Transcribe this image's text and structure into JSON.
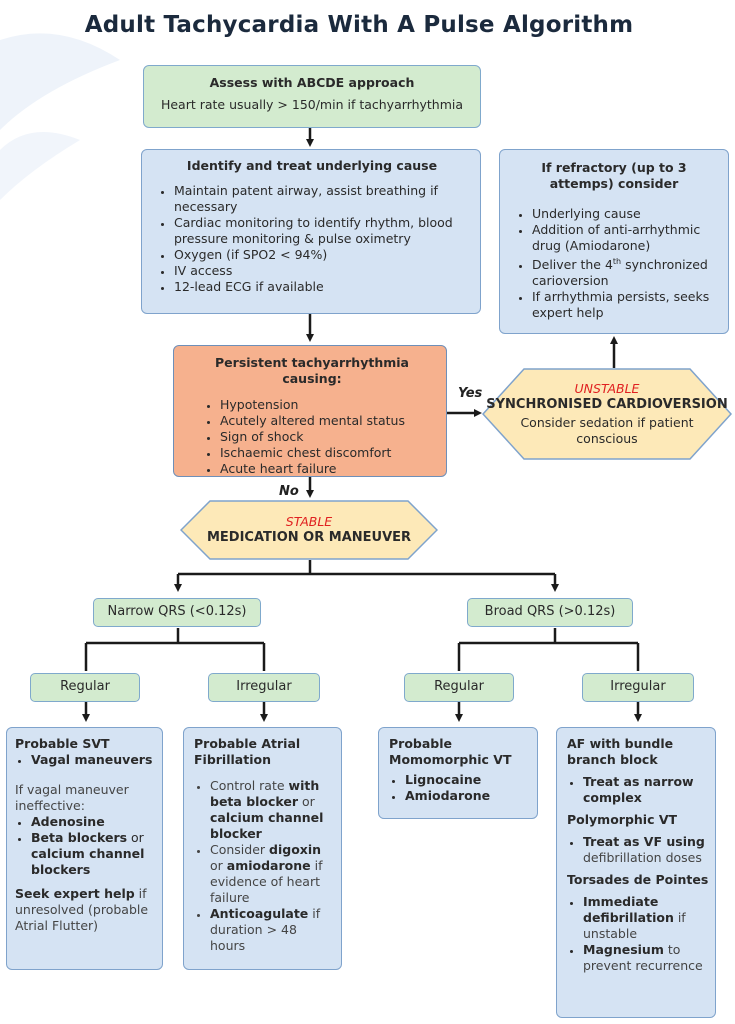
{
  "title": "Adult Tachycardia With A Pulse Algorithm",
  "assess": {
    "heading": "Assess with ABCDE approach",
    "text": "Heart rate usually > 150/min if tachyarrhythmia"
  },
  "identify": {
    "heading": "Identify and treat underlying cause",
    "items": [
      "Maintain patent airway, assist breathing if necessary",
      "Cardiac monitoring to identify rhythm, blood pressure monitoring & pulse oximetry",
      "Oxygen (if SPO2 < 94%)",
      "IV access",
      "12-lead ECG if available"
    ]
  },
  "persistent": {
    "heading": "Persistent tachyarrhythmia causing:",
    "items": [
      "Hypotension",
      "Acutely altered mental status",
      "Sign of shock",
      "Ischaemic chest discomfort",
      "Acute heart failure"
    ]
  },
  "yes_label": "Yes",
  "no_label": "No",
  "unstable": {
    "tag": "UNSTABLE",
    "heading": "SYNCHRONISED CARDIOVERSION",
    "text": "Consider sedation if patient conscious"
  },
  "refractory": {
    "heading": "If refractory (up to 3 attemps) consider",
    "items": [
      "Underlying cause",
      "Addition of anti-arrhythmic drug (Amiodarone)",
      "Deliver the 4th synchronized carioversion",
      "If arrhythmia persists, seeks expert help"
    ],
    "sup": "th"
  },
  "stable": {
    "tag": "STABLE",
    "heading": "MEDICATION OR MANEUVER"
  },
  "narrow": "Narrow QRS (<0.12s)",
  "broad": "Broad QRS (>0.12s)",
  "branches": {
    "narrow_regular": "Regular",
    "narrow_irregular": "Irregular",
    "broad_regular": "Regular",
    "broad_irregular": "Irregular"
  },
  "svt": {
    "heading": "Probable SVT",
    "vagal": "Vagal maneuvers",
    "if_text": "If vagal maneuver ineffective:",
    "adenosine": "Adenosine",
    "beta": "Beta blockers",
    "or": " or",
    "calcium": "calcium channel blockers",
    "seek": "Seek expert help",
    "seek_rest": " if unresolved (probable Atrial Flutter)"
  },
  "af": {
    "heading": "Probable Atrial Fibrillation",
    "control_a": "Control rate ",
    "control_b": "with beta blocker",
    "control_c": " or ",
    "control_d": "calcium channel blocker",
    "consider_a": "Consider ",
    "consider_b": "digoxin",
    "consider_c": " or ",
    "consider_d": "amiodarone",
    "consider_e": " if evidence of heart failure",
    "anti_a": "Anticoagulate",
    "anti_b": " if duration > 48 hours"
  },
  "vt": {
    "heading": "Probable Momomorphic VT",
    "items": [
      "Lignocaine",
      "Amiodarone"
    ]
  },
  "afbbb": {
    "heading": "AF with bundle branch block",
    "treat_narrow": "Treat as narrow complex",
    "poly": "Polymorphic VT",
    "vf_a": "Treat as VF using",
    "vf_b": " defibrillation doses",
    "torsades": "Torsades de Pointes",
    "imm_a": "Immediate defibrillation",
    "imm_b": " if unstable",
    "mag_a": "Magnesium",
    "mag_b": " to prevent recurrence"
  },
  "colors": {
    "green": "#d3ebcf",
    "blue": "#d5e3f3",
    "orange": "#f6b18e",
    "hex": "#fde9b8",
    "red": "#e02020"
  }
}
